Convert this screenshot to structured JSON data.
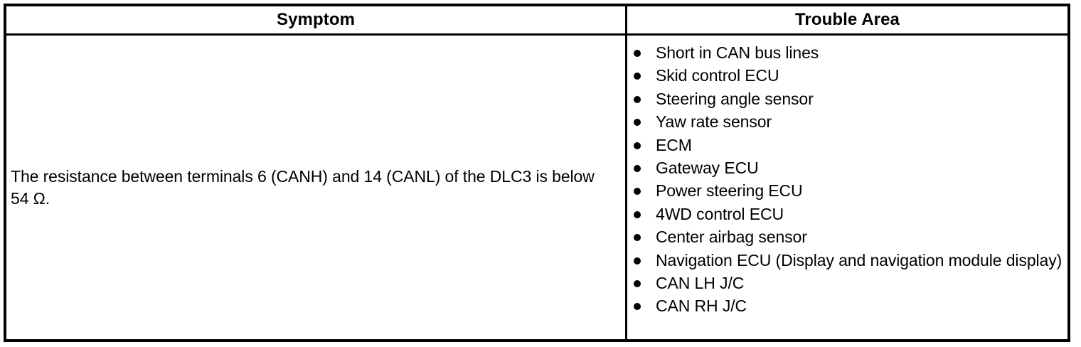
{
  "table": {
    "headers": {
      "symptom": "Symptom",
      "trouble_area": "Trouble Area"
    },
    "row": {
      "symptom_text": "The resistance between terminals 6 (CANH) and 14 (CANL) of the DLC3 is below 54 Ω.",
      "trouble_items": [
        "Short in CAN bus lines",
        "Skid control ECU",
        "Steering angle sensor",
        "Yaw rate sensor",
        "ECM",
        "Gateway ECU",
        "Power steering ECU",
        "4WD control ECU",
        "Center airbag sensor",
        "Navigation ECU (Display and navigation module display)",
        "CAN LH J/C",
        "CAN RH J/C"
      ]
    },
    "colors": {
      "border": "#000000",
      "text": "#000000",
      "background": "#ffffff"
    }
  }
}
